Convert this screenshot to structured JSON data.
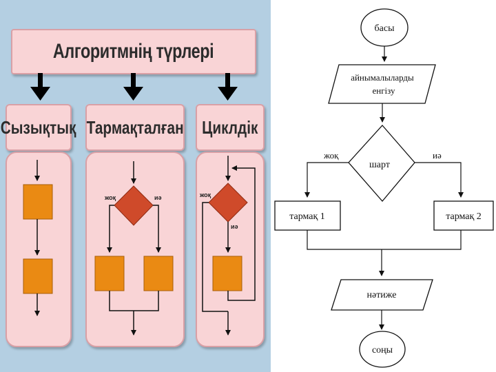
{
  "left": {
    "title": "Алгоритмнің түрлері",
    "categories": [
      "Сызықтық",
      "Тармақталған",
      "Циклдік"
    ],
    "branch_labels": {
      "no": "жоқ",
      "yes": "иә"
    },
    "colors": {
      "background": "#b4cfe2",
      "panel": "#f9d4d6",
      "block": "#ea8a13",
      "decision": "#cf4a2a"
    }
  },
  "right": {
    "start": "басы",
    "input": "айнымалыларды енгізу",
    "condition": "шарт",
    "no_label": "жоқ",
    "yes_label": "иә",
    "branch1": "тармақ 1",
    "branch2": "тармақ 2",
    "output": "нәтиже",
    "end": "соңы"
  }
}
